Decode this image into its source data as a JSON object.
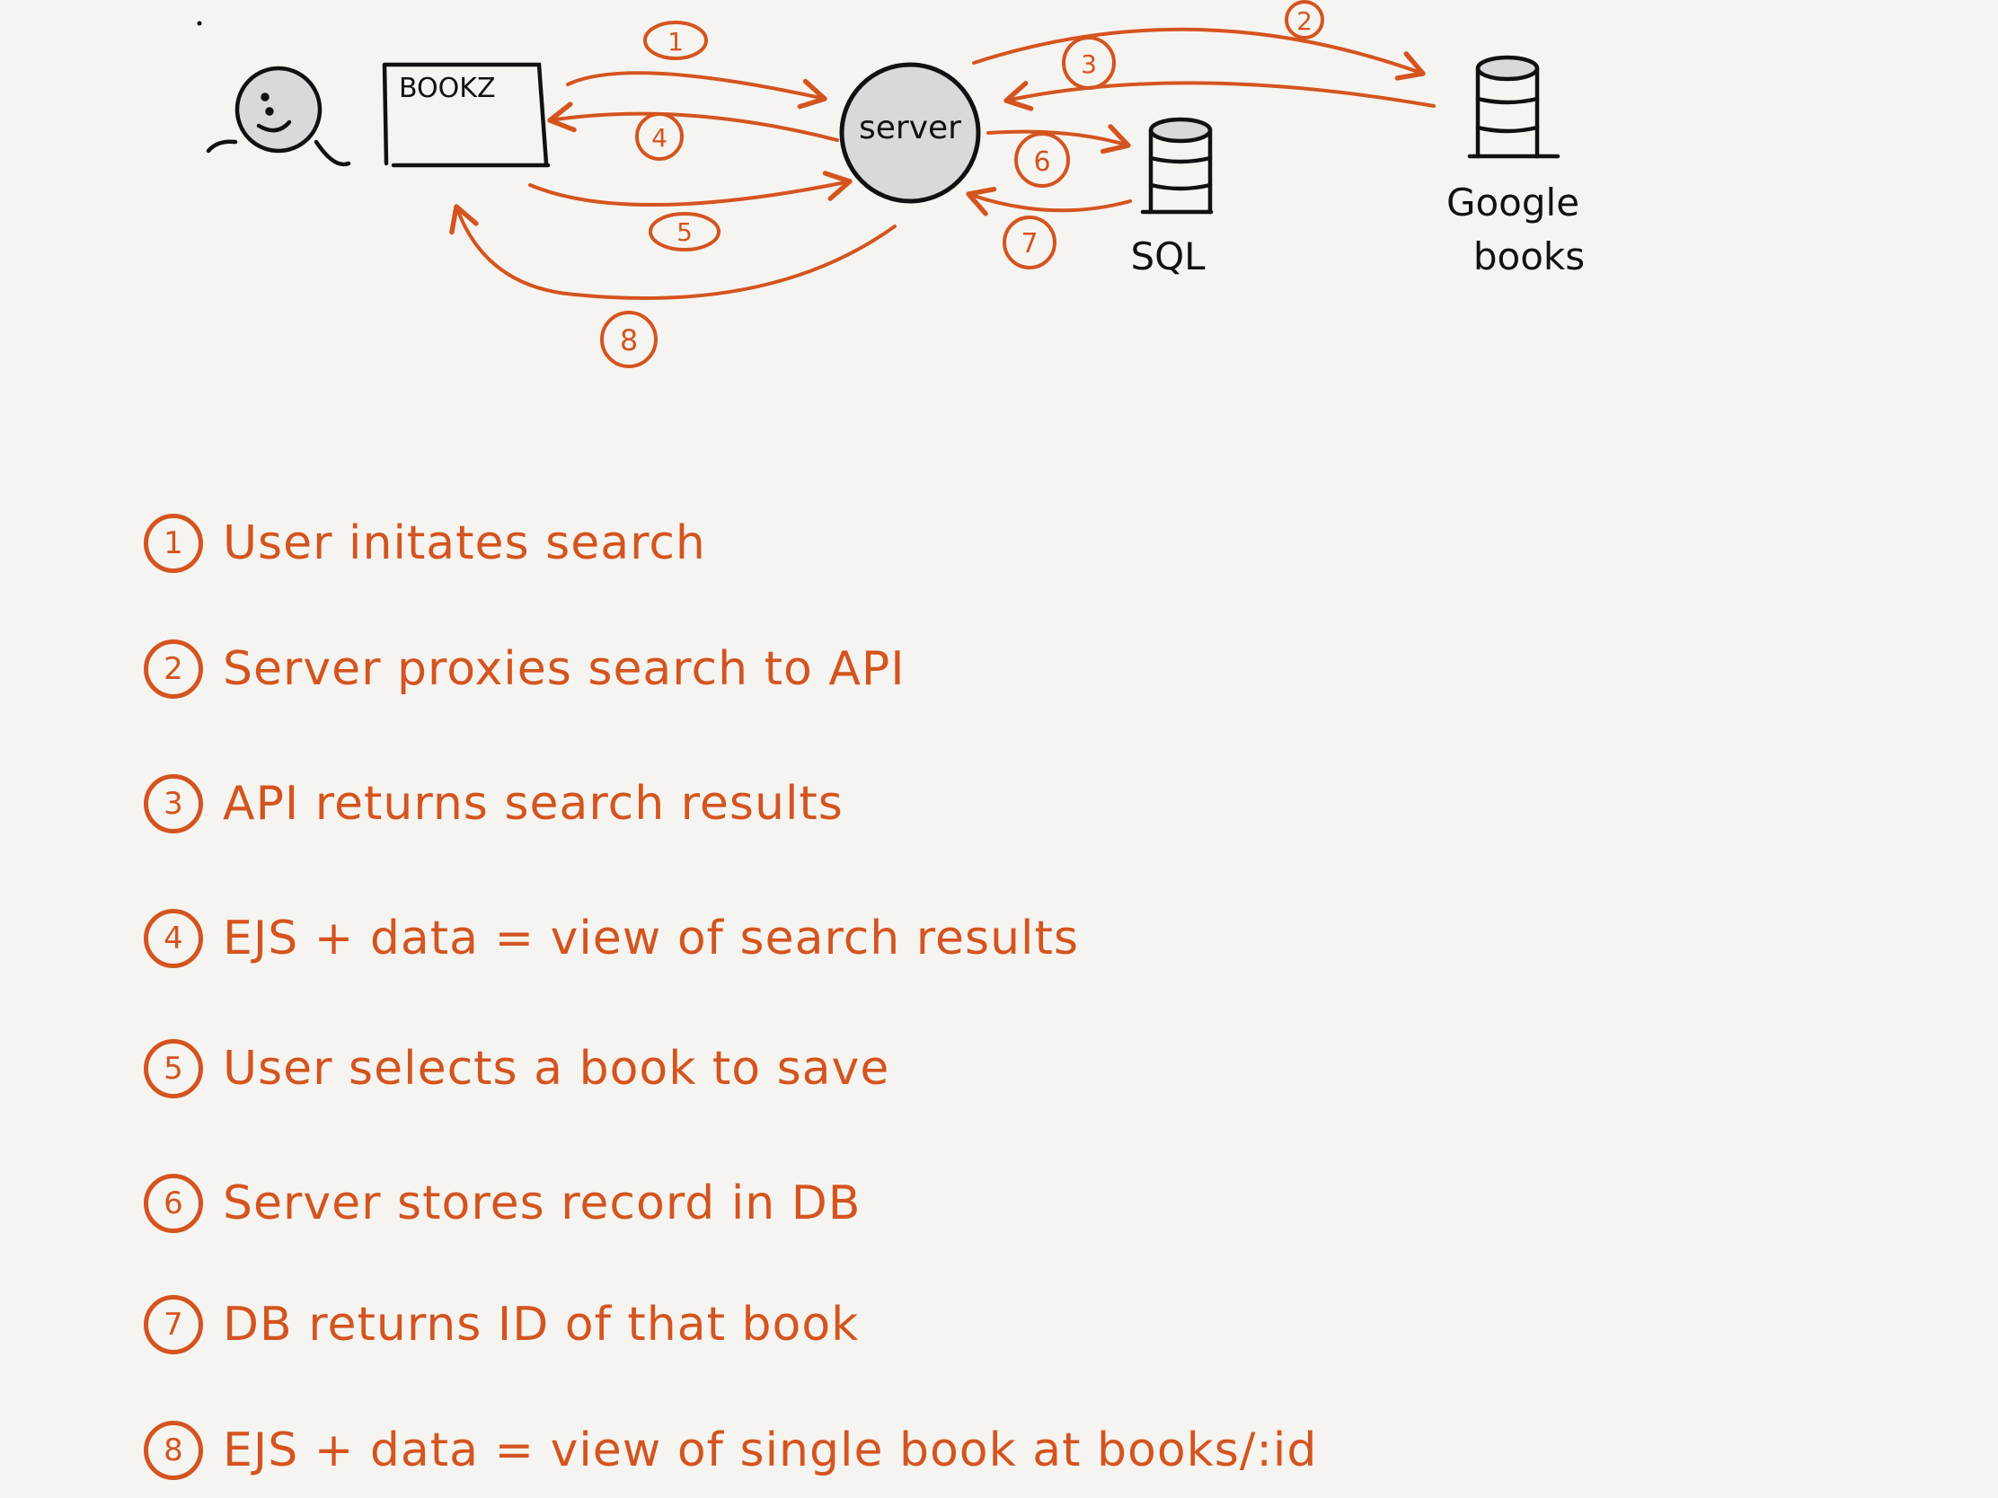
{
  "diagram": {
    "app_label": "BOOKZ",
    "server_label": "server",
    "sql_label": "SQL",
    "google_label_1": "Google",
    "google_label_2": "books",
    "arrow_numbers": [
      "1",
      "2",
      "3",
      "4",
      "5",
      "6",
      "7",
      "8"
    ]
  },
  "legend": [
    {
      "num": "1",
      "text": "User initates search"
    },
    {
      "num": "2",
      "text": "Server proxies search to API"
    },
    {
      "num": "3",
      "text": "API returns search results"
    },
    {
      "num": "4",
      "text": "EJS + data = view of search results"
    },
    {
      "num": "5",
      "text": "User selects a book to save"
    },
    {
      "num": "6",
      "text": "Server stores record in DB"
    },
    {
      "num": "7",
      "text": "DB returns ID of that book"
    },
    {
      "num": "8",
      "text": "EJS + data = view of single book at books/:id"
    }
  ],
  "colors": {
    "ink": "#111111",
    "accent": "#d4541f",
    "server_fill": "#d9d9d9",
    "background": "#f6f4f0"
  }
}
